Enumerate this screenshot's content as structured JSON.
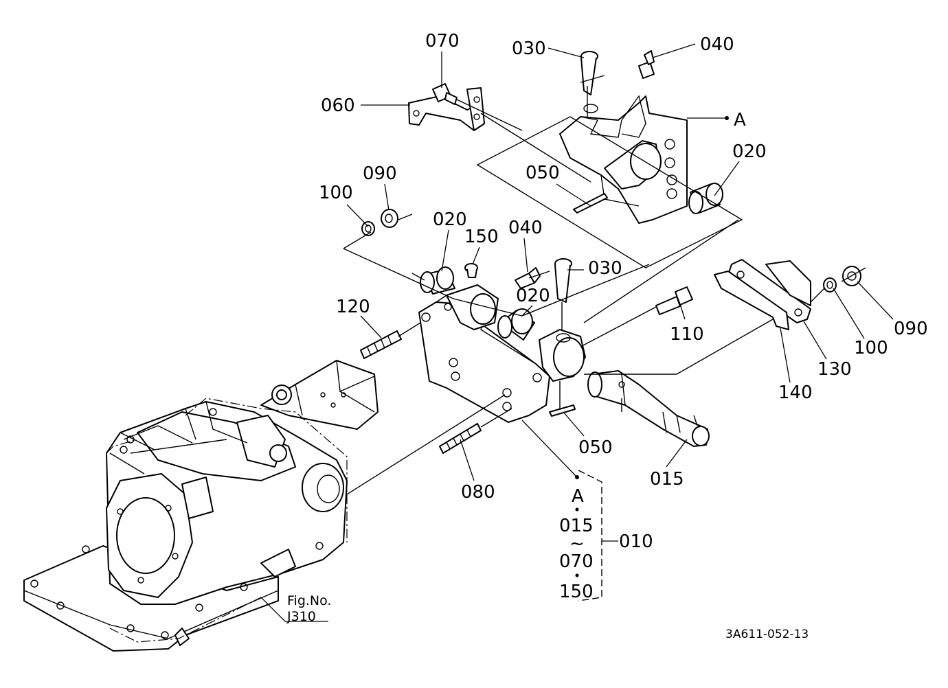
{
  "part_labels": {
    "p070": "070",
    "p030_top": "030",
    "p040_top": "040",
    "p060": "060",
    "ref_a_top": "A",
    "p020_top": "020",
    "p050_top": "050",
    "p100_left": "100",
    "p090_left": "090",
    "p020_mid": "020",
    "p150": "150",
    "p040_mid": "040",
    "p030_mid": "030",
    "p020_low": "020",
    "p120": "120",
    "p110": "110",
    "p090_right": "090",
    "p100_right": "100",
    "p130": "130",
    "p140": "140",
    "p050_low": "050",
    "p015": "015",
    "p080": "080"
  },
  "assembly_group": {
    "ref_a": "A",
    "range_start": "015",
    "tilde": "~",
    "range_end": "070",
    "extra": "150",
    "assembly_number": "010"
  },
  "figure_ref": {
    "line1": "Fig.No.",
    "line2": "J310"
  },
  "drawing_code": "3A611-052-13",
  "colors": {
    "line": "#000000",
    "background": "#ffffff"
  }
}
